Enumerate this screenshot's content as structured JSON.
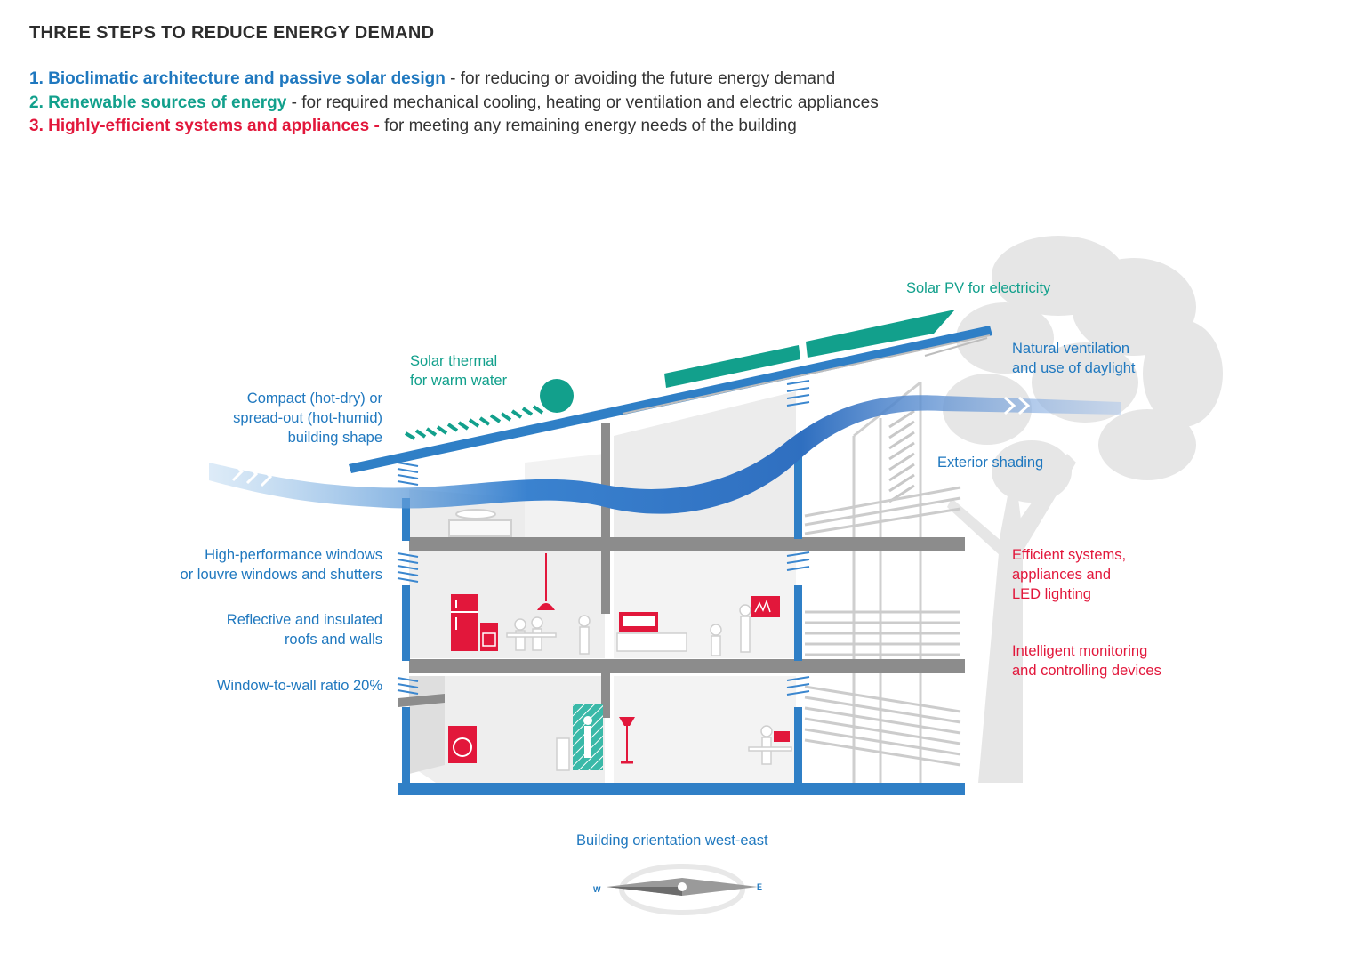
{
  "title": "THREE STEPS TO REDUCE ENERGY DEMAND",
  "steps": [
    {
      "num": "1.",
      "name": "Bioclimatic architecture and passive solar design",
      "sep": " - ",
      "desc": "for reducing or avoiding the future energy demand",
      "color": "#1f78bf"
    },
    {
      "num": "2.",
      "name": "Renewable sources of energy",
      "sep": " - ",
      "desc": "for required mechanical cooling, heating or ventilation and electric appliances",
      "color": "#12a08c"
    },
    {
      "num": "3.",
      "name": "Highly-efficient systems and appliances",
      "sep": " - ",
      "desc": "for meeting any remaining energy needs of the building",
      "color": "#e2173b"
    }
  ],
  "labels": {
    "solar_pv": "Solar PV for electricity",
    "solar_thermal": [
      "Solar thermal",
      "for warm water"
    ],
    "natural_ventilation": [
      "Natural ventilation",
      "and use of daylight"
    ],
    "building_shape": [
      "Compact (hot-dry) or",
      "spread-out (hot-humid)",
      "building shape"
    ],
    "exterior_shading": "Exterior shading",
    "windows": [
      "High-performance windows",
      "or louvre windows and shutters"
    ],
    "roofs_walls": [
      "Reflective and insulated",
      "roofs and walls"
    ],
    "wwr": "Window-to-wall ratio 20%",
    "efficient_systems": [
      "Efficient systems,",
      "appliances and",
      "LED lighting"
    ],
    "monitoring": [
      "Intelligent monitoring",
      "and controlling devices"
    ],
    "orientation": "Building orientation west-east",
    "compass_w": "W",
    "compass_e": "E"
  },
  "colors": {
    "blue": "#1f78bf",
    "teal": "#12a08c",
    "red": "#e2173b",
    "grey": "#8c8c8c",
    "light_grey": "#e6e6e6"
  }
}
